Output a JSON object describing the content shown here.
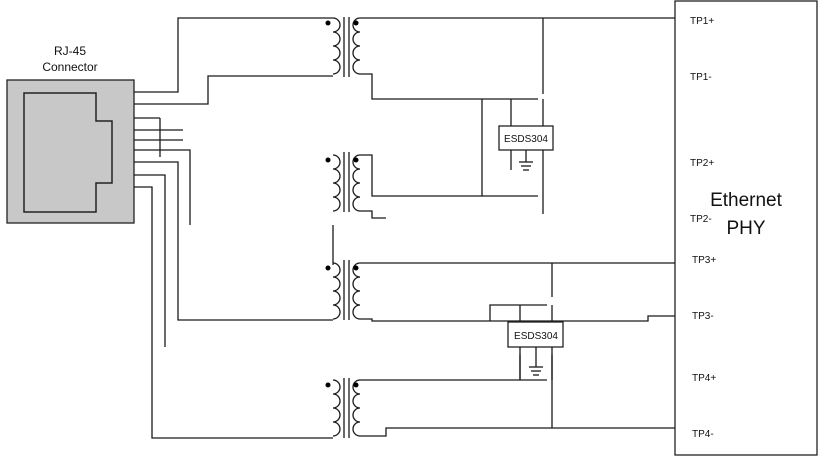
{
  "connector": {
    "line1": "RJ-45",
    "line2": "Connector",
    "body_color": "#c8c8c8"
  },
  "phy": {
    "line1": "Ethernet",
    "line2": "PHY"
  },
  "pins": [
    "TP1+",
    "TP1-",
    "TP2+",
    "TP2-",
    "TP3+",
    "TP3-",
    "TP4+",
    "TP4-"
  ],
  "esd_devices": [
    {
      "label": "ESDS304"
    },
    {
      "label": "ESDS304"
    }
  ],
  "transformers": [
    "transformer-1",
    "transformer-2",
    "transformer-3",
    "transformer-4"
  ]
}
